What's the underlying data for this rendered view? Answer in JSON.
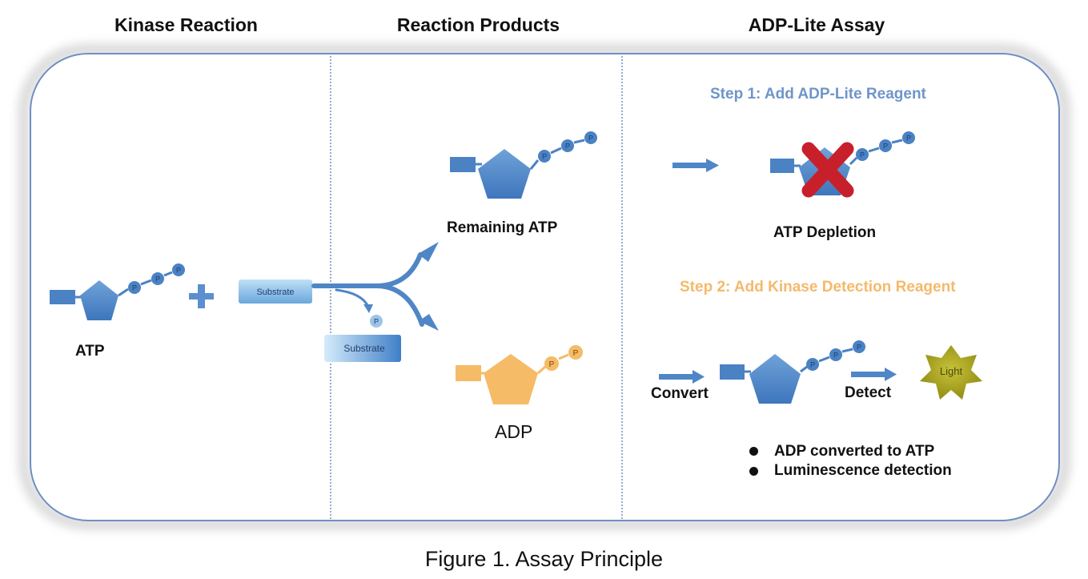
{
  "headers": {
    "kinase_reaction": "Kinase Reaction",
    "reaction_products": "Reaction Products",
    "adp_lite_assay": "ADP-Lite Assay"
  },
  "labels": {
    "atp": "ATP",
    "remaining_atp": "Remaining ATP",
    "adp": "ADP",
    "substrate": "Substrate",
    "phosphate": "P",
    "atp_depletion": "ATP Depletion",
    "convert": "Convert",
    "detect": "Detect",
    "light": "Light"
  },
  "steps": {
    "step1": "Step 1: Add ADP-Lite Reagent",
    "step2": "Step 2: Add Kinase Detection Reagent"
  },
  "bullets": [
    "ADP converted to ATP",
    "Luminescence detection"
  ],
  "caption": "Figure 1. Assay Principle",
  "colors": {
    "atp_blue": "#4f86c6",
    "adp_orange": "#f5bb66",
    "step1_text": "#6f95c9",
    "step2_text": "#f5b96b",
    "arrow_blue": "#4f86c6",
    "cross_red": "#c8202a",
    "light_star": "#a4a01a",
    "frame": "#6f8fc4"
  }
}
